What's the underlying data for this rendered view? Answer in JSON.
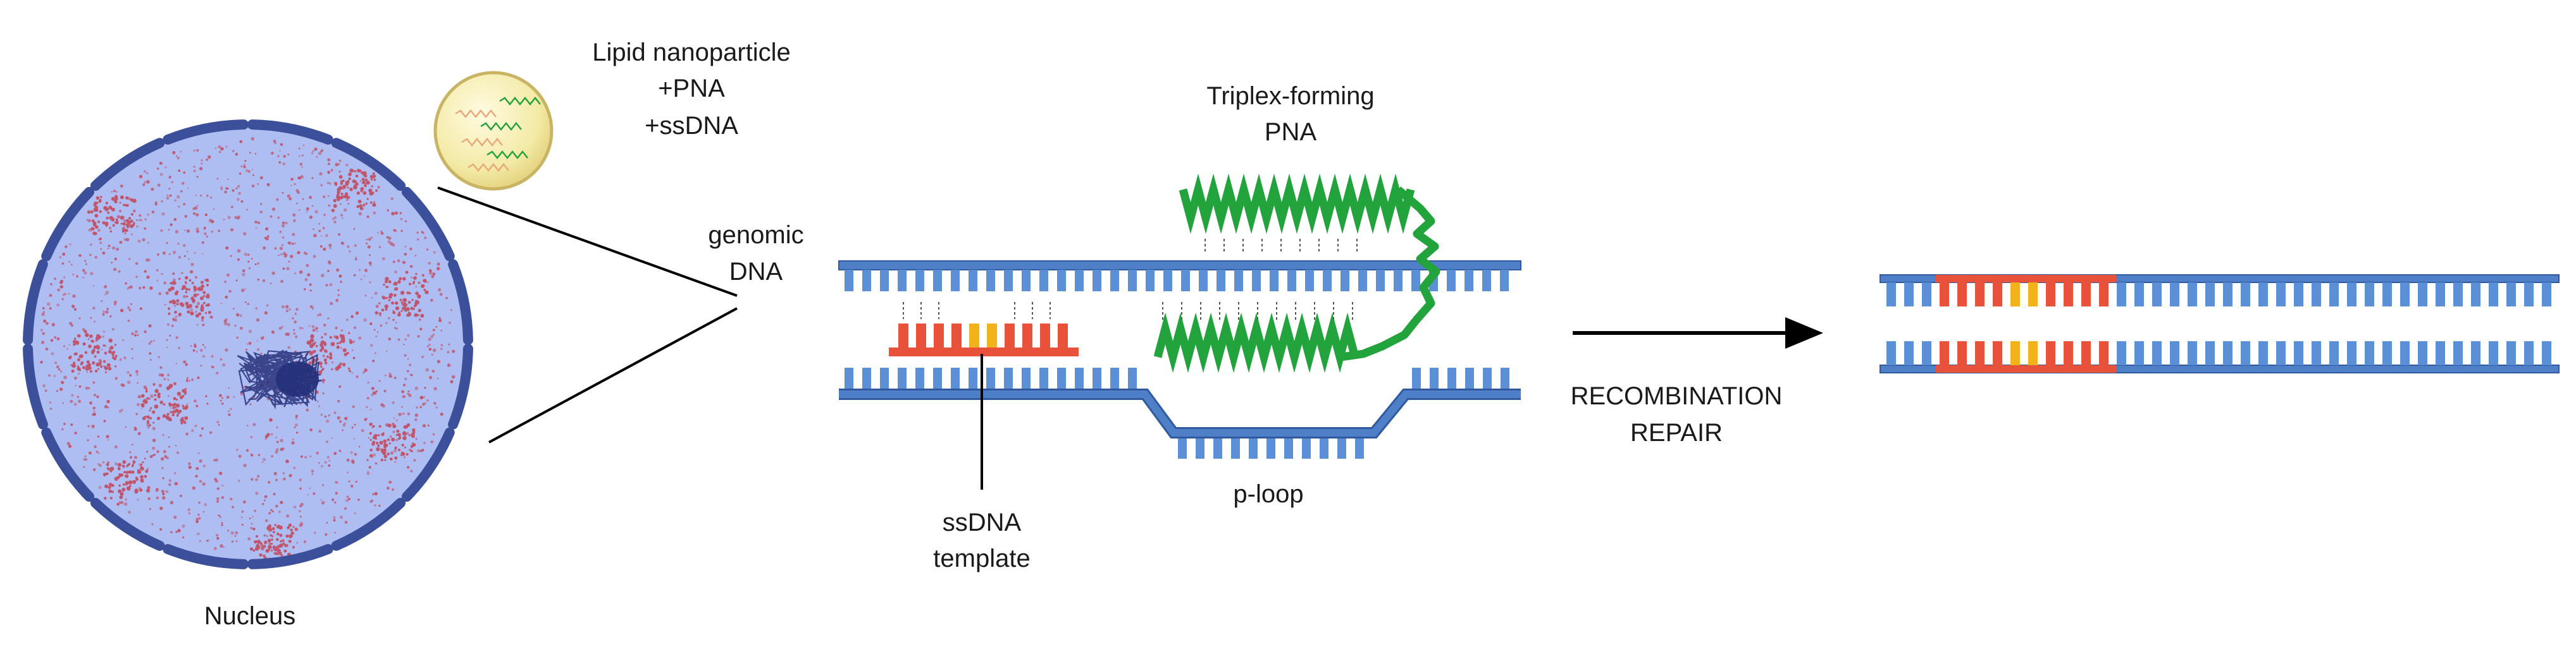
{
  "labels": {
    "lnp_line1": "Lipid nanoparticle",
    "lnp_line2": "+PNA",
    "lnp_line3": "+ssDNA",
    "triplex_line1": "Triplex-forming",
    "triplex_line2": "PNA",
    "genomic_line1": "genomic",
    "genomic_line2": "DNA",
    "ssdna_line1": "ssDNA",
    "ssdna_line2": "template",
    "ploop": "p-loop",
    "repair_line1": "RECOMBINATION",
    "repair_line2": "REPAIR",
    "nucleus": "Nucleus"
  },
  "colors": {
    "dna_backbone": "#4f7fc6",
    "dna_base": "#5b8fd6",
    "ssdna_template": "#e8513a",
    "mutation_base": "#f2b21c",
    "pna": "#22a33c",
    "nucleus_fill": "#aebdf2",
    "nucleus_border": "#3c4f9a",
    "chromatin": "#c0566c",
    "nucleolus": "#26307a",
    "lnp_fill": "#f3eaa6",
    "lnp_border": "#c9b463",
    "arrow": "#000000"
  },
  "icons": {
    "nucleus": "cell-nucleus-icon",
    "lnp": "lipid-nanoparticle-icon",
    "arrow": "right-arrow-icon"
  }
}
